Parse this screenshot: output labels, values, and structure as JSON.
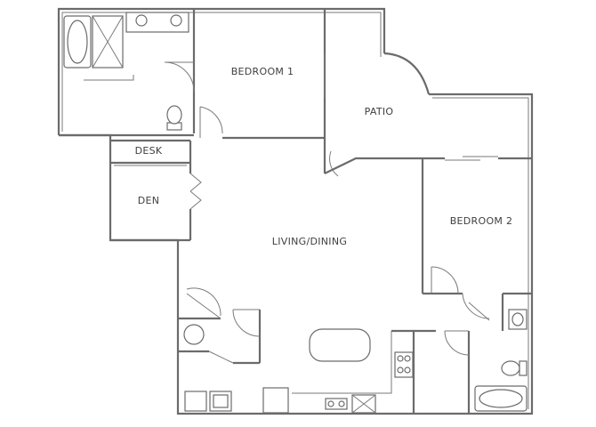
{
  "plan": {
    "rooms": {
      "bedroom1": "BEDROOM 1",
      "patio": "PATIO",
      "desk": "DESK",
      "den": "DEN",
      "living": "LIVING/DINING",
      "bedroom2": "BEDROOM 2"
    }
  }
}
